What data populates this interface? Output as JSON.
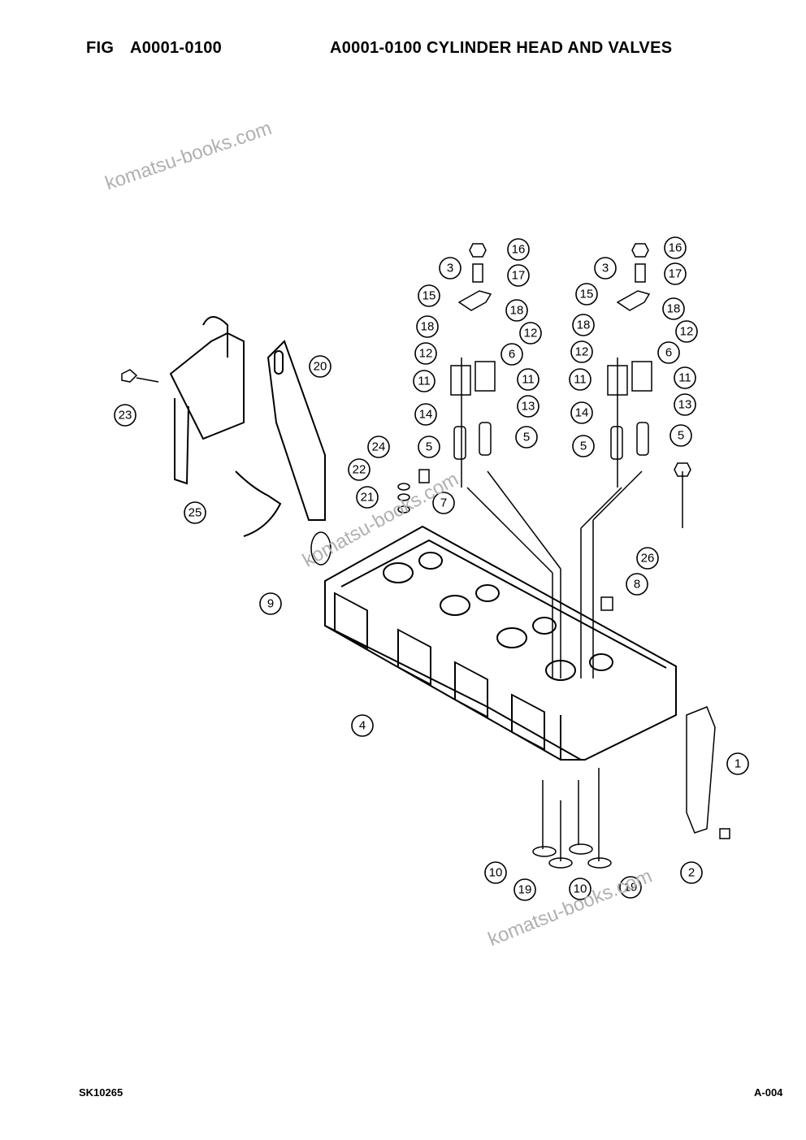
{
  "header": {
    "fig_label": "FIG",
    "fig_code": "A0001-0100",
    "title": "A0001-0100 CYLINDER HEAD AND VALVES"
  },
  "footer": {
    "doc_code": "SK10265",
    "page": "A-004"
  },
  "watermark": "komatsu-books.com",
  "callouts": [
    "1",
    "2",
    "3",
    "4",
    "5",
    "6",
    "7",
    "8",
    "9",
    "10",
    "11",
    "12",
    "13",
    "14",
    "15",
    "16",
    "17",
    "18",
    "19",
    "20",
    "21",
    "22",
    "23",
    "24",
    "25",
    "26"
  ]
}
